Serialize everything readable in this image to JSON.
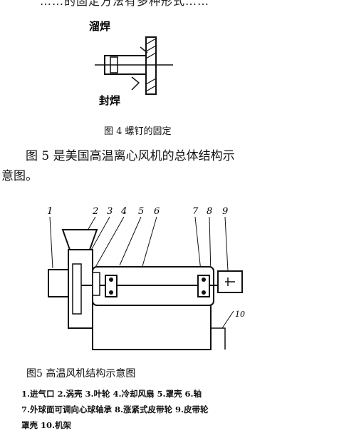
{
  "top_fragment": "……的固定方法有多种形式……",
  "figure4": {
    "labels": {
      "weld_top": "溜焊",
      "weld_bottom": "封焊"
    },
    "caption": "图 4  螺钉的固定"
  },
  "paragraph": {
    "line1": "图 5 是美国高温离心风机的总体结构示",
    "line2": "意图。"
  },
  "figure5": {
    "numbers": [
      "1",
      "2",
      "3",
      "4",
      "5",
      "6",
      "7",
      "8",
      "9",
      "10"
    ],
    "caption": "图5  高温风机结构示意图",
    "legend": [
      "1.进气口 2.涡壳 3.叶轮 4.冷却风扇 5.罩壳 6.轴",
      "7.外球面可调向心球轴承 8.涨紧式皮带轮 9.皮带轮",
      "罩壳 10.机架"
    ]
  }
}
